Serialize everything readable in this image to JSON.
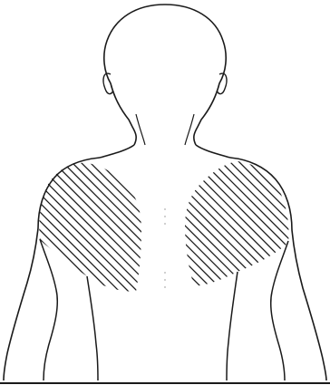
{
  "figure": {
    "subject": "posterior-upper-torso-outline",
    "line_color": "#1a1a1a",
    "background": "#ffffff",
    "shaded_regions": [
      {
        "name": "left-shoulder-blade-region",
        "pattern": "diagonal-hatching"
      },
      {
        "name": "right-shoulder-blade-region",
        "pattern": "diagonal-hatching"
      }
    ]
  }
}
